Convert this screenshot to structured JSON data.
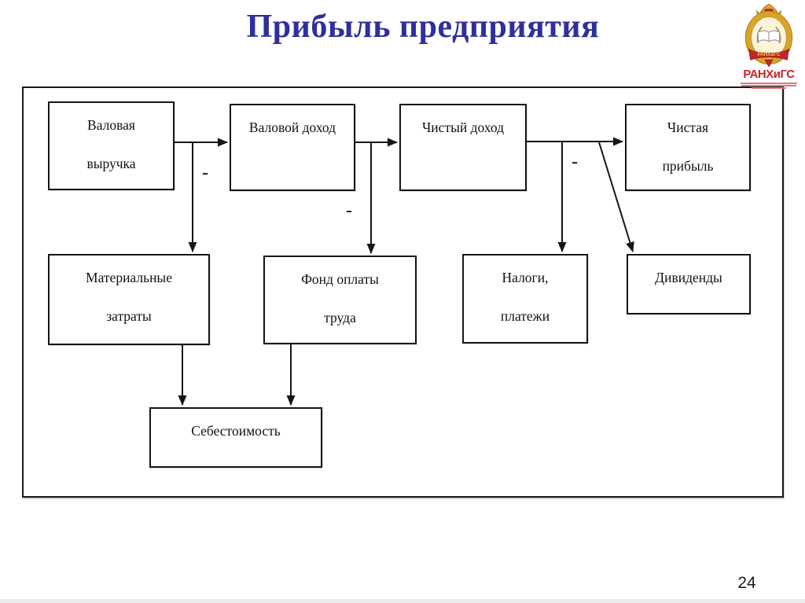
{
  "slide": {
    "title": "Прибыль предприятия",
    "page_number": "24",
    "logo": {
      "text": "РАНХиГС",
      "emblem": "ranepa-coat-of-arms"
    }
  },
  "diagram": {
    "boxes": [
      {
        "name": "gross-revenue",
        "lines": [
          "Валовая",
          "выручка"
        ]
      },
      {
        "name": "gross-income",
        "lines": [
          "Валовой доход"
        ]
      },
      {
        "name": "net-income",
        "lines": [
          "Чистый доход"
        ]
      },
      {
        "name": "net-profit",
        "lines": [
          "Чистая",
          "прибыль"
        ]
      },
      {
        "name": "material-costs",
        "lines": [
          "Материальные",
          "затраты"
        ]
      },
      {
        "name": "payroll-fund",
        "lines": [
          "Фонд оплаты",
          "труда"
        ]
      },
      {
        "name": "taxes-payments",
        "lines": [
          "Налоги,",
          "платежи"
        ]
      },
      {
        "name": "dividends",
        "lines": [
          "Дивиденды"
        ]
      },
      {
        "name": "cost-price",
        "lines": [
          "Себестоимость"
        ]
      }
    ],
    "minus_signs": [
      "-",
      "-",
      "-"
    ],
    "flows": [
      "gross-revenue → gross-income",
      "gross-revenue − material-costs",
      "gross-income → net-income",
      "gross-income − payroll-fund",
      "net-income → net-profit",
      "net-income − taxes-payments",
      "net-income → dividends",
      "material-costs → cost-price",
      "payroll-fund → cost-price"
    ]
  }
}
